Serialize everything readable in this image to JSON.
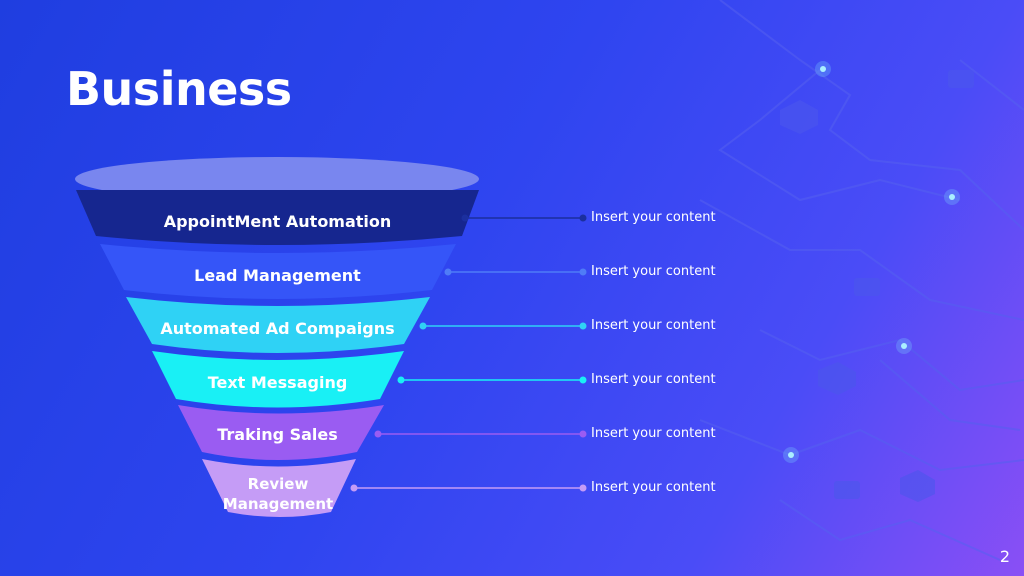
{
  "slide": {
    "title": "Business",
    "page_number": "2"
  },
  "funnel": {
    "stages": [
      {
        "label": "AppointMent Automation",
        "note": "Insert your content",
        "color": "#16268f",
        "dot": "#1b2f9e"
      },
      {
        "label": "Lead Management",
        "note": "Insert your content",
        "color": "#3555f8",
        "dot": "#4f7cf7"
      },
      {
        "label": "Automated Ad Compaigns",
        "note": "Insert your content",
        "color": "#2fd2f5",
        "dot": "#2fd2f5"
      },
      {
        "label": "Text Messaging",
        "note": "Insert your content",
        "color": "#19f0f5",
        "dot": "#19f0f5"
      },
      {
        "label": "Traking Sales",
        "note": "Insert your content",
        "color": "#9a5cf2",
        "dot": "#9a5cf2"
      },
      {
        "label": "Review Management",
        "note": "Insert your content",
        "color": "#c59cf6",
        "dot": "#c59cf6"
      }
    ],
    "top_ellipse_color": "#7986ef"
  }
}
